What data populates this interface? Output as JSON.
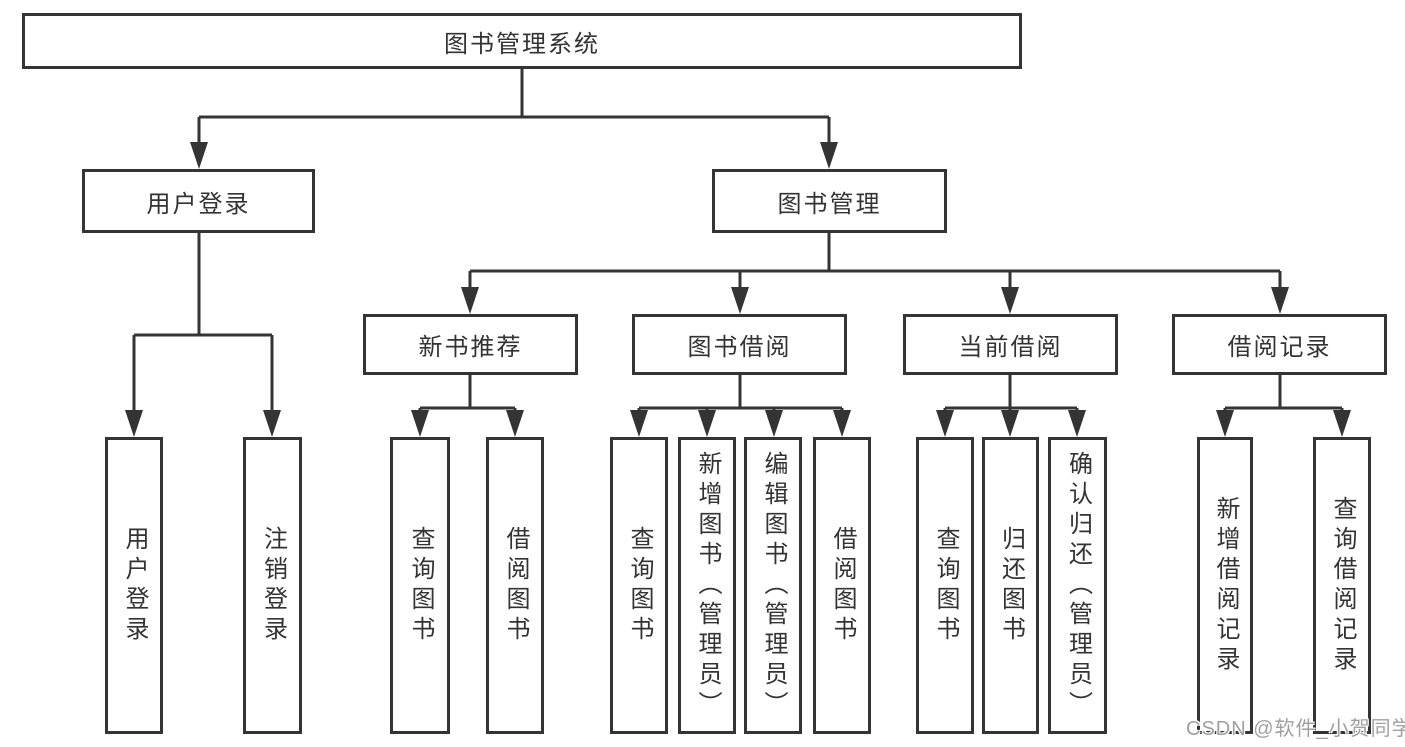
{
  "tree": {
    "label": "图书管理系统",
    "children": [
      {
        "label": "用户登录",
        "children": [
          {
            "label": "用户登录"
          },
          {
            "label": "注销登录"
          }
        ]
      },
      {
        "label": "图书管理",
        "children": [
          {
            "label": "新书推荐",
            "children": [
              {
                "label": "查询图书"
              },
              {
                "label": "借阅图书"
              }
            ]
          },
          {
            "label": "图书借阅",
            "children": [
              {
                "label": "查询图书"
              },
              {
                "label": "新增图书（管理员）"
              },
              {
                "label": "编辑图书（管理员）"
              },
              {
                "label": "借阅图书"
              }
            ]
          },
          {
            "label": "当前借阅",
            "children": [
              {
                "label": "查询图书"
              },
              {
                "label": "归还图书"
              },
              {
                "label": "确认归还（管理员）"
              }
            ]
          },
          {
            "label": "借阅记录",
            "children": [
              {
                "label": "新增借阅记录"
              },
              {
                "label": "查询借阅记录"
              }
            ]
          }
        ]
      }
    ]
  },
  "watermark": "CSDN @软件_小贺同学",
  "colors": {
    "line": "#343434",
    "text": "#333333",
    "background": "#ffffff",
    "watermark_text": "#a0a0a0"
  }
}
